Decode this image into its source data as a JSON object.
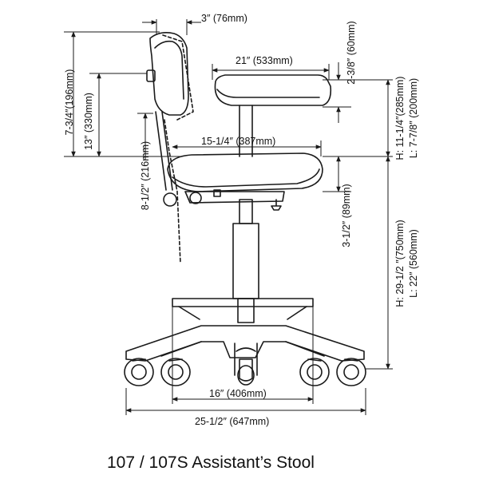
{
  "title": "107 / 107S  Assistant’s Stool",
  "colors": {
    "stroke": "#1a1a1a",
    "background": "#ffffff"
  },
  "dimensions": {
    "backrest_depth": "3″ (76mm)",
    "backrest_height_total": "7-3/4″(196mm)",
    "backrest_height_upper": "13″ (330mm)",
    "backrest_adjust": "8-1/2″ (216mm)",
    "armrest_width": "21″ (533mm)",
    "armrest_thickness": "2-3/8″ (60mm)",
    "seat_depth": "15-1/4″ (387mm)",
    "seat_tilt": "3-1/2″ (89mm)",
    "armrest_height": "H: 11-1/4″(285mm)",
    "armrest_height_low": "L: 7-7/8″ (200mm)",
    "seat_height": "H: 29-1/2 ″(750mm)",
    "seat_height_low": "L: 22″ (560mm)",
    "footring_width": "16″ (406mm)",
    "base_width": "25-1/2″ (647mm)"
  }
}
